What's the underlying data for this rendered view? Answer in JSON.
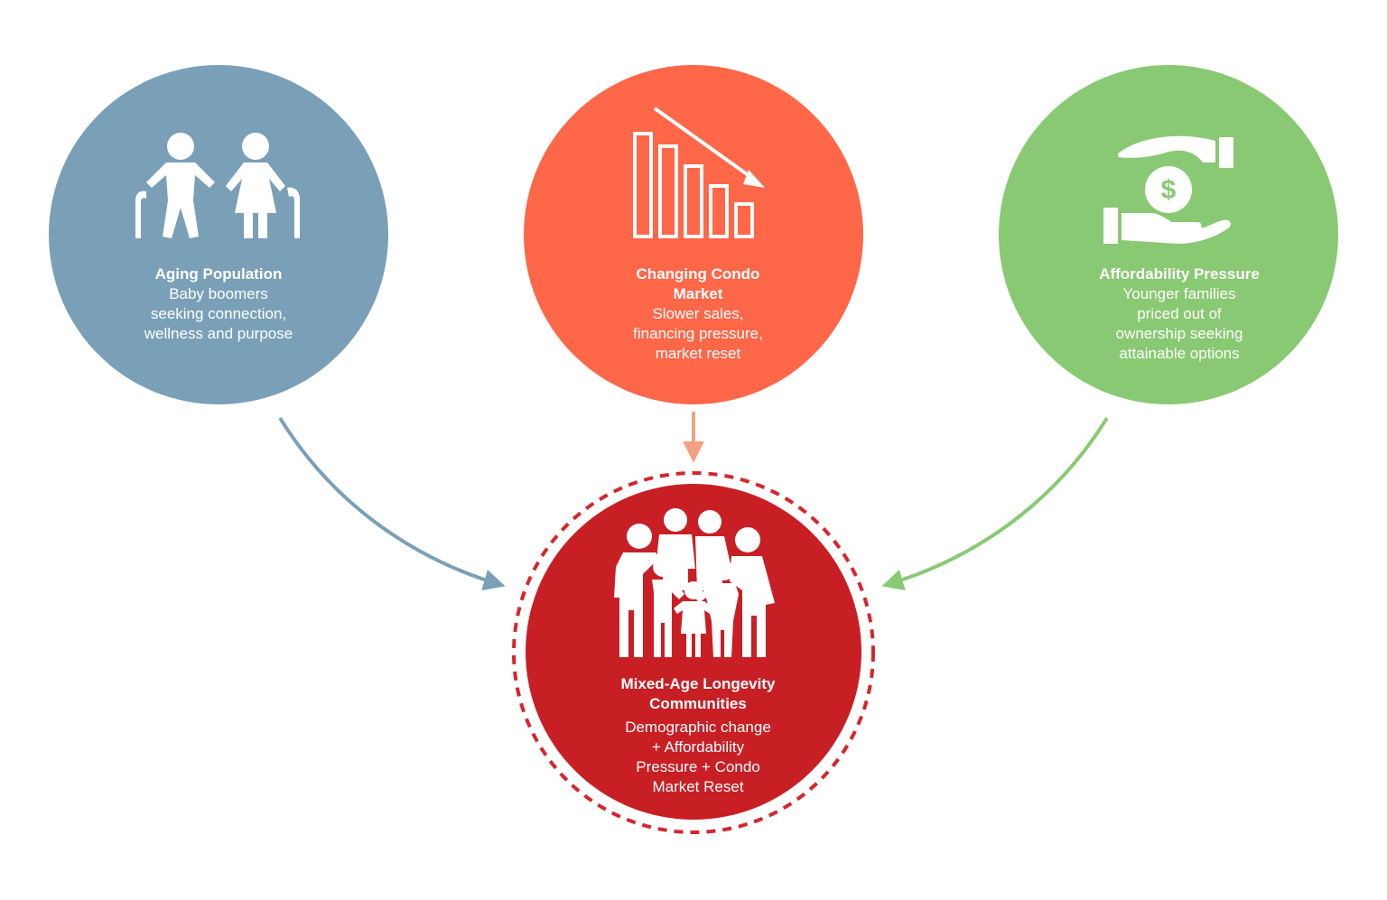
{
  "colors": {
    "aging": "#7aa0b8",
    "condo": "#ff6749",
    "condo_arrow": "#f4a181",
    "affordability": "#8ac973",
    "result": "#c81f25",
    "icon": "#ffffff"
  },
  "nodes": {
    "aging": {
      "icon": "elderly-couple-icon",
      "title": "Aging Population",
      "body": "Baby boomers\nseeking connection,\nwellness and purpose"
    },
    "condo": {
      "icon": "declining-bar-chart-icon",
      "title": "Changing Condo\nMarket",
      "body": "Slower sales,\nfinancing pressure,\nmarket reset"
    },
    "affordability": {
      "icon": "hands-dollar-icon",
      "title": "Affordability Pressure",
      "body": "Younger families\npriced out of\nownership seeking\nattainable options"
    },
    "result": {
      "icon": "multigenerational-family-icon",
      "title": "Mixed-Age Longevity\nCommunities",
      "body": "Demographic change\n+ Affordability\nPressure + Condo\nMarket Reset"
    }
  }
}
